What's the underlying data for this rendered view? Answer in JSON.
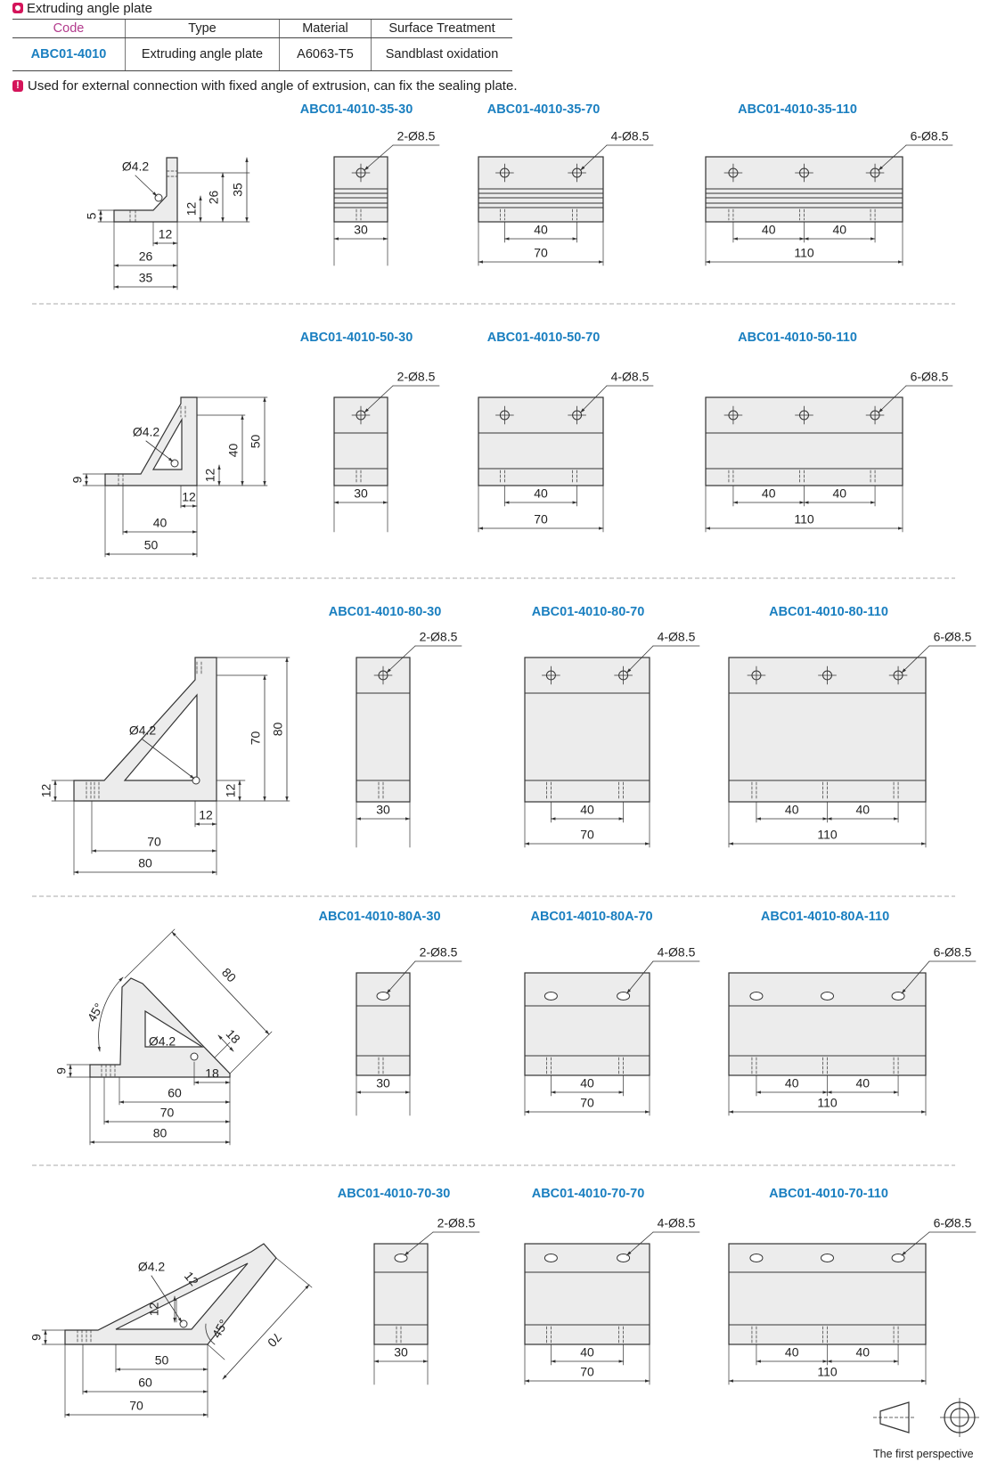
{
  "header": {
    "title": "Extruding angle plate"
  },
  "spec_table": {
    "headers": {
      "code": "Code",
      "type": "Type",
      "material": "Material",
      "surface": "Surface Treatment"
    },
    "row": {
      "code": "ABC01-4010",
      "type": "Extruding angle plate",
      "material": "A6063-T5",
      "surface": "Sandblast oxidation"
    }
  },
  "note": {
    "icon": "!",
    "text": "Used for external connection with fixed angle of extrusion, can fix the sealing plate."
  },
  "colors": {
    "accent": "#1a7fc0",
    "brand": "#d4145a",
    "code_header": "#b23a8c"
  },
  "rows": [
    {
      "titles": [
        "ABC01-4010-35-30",
        "ABC01-4010-35-70",
        "ABC01-4010-35-110"
      ],
      "hole_labels": [
        "2-Ø8.5",
        "4-Ø8.5",
        "6-Ø8.5"
      ],
      "side_dims": {
        "d42": "Ø4.2",
        "h5": "5",
        "h12": "12",
        "h26": "26",
        "h35": "35",
        "w12": "12",
        "w26": "26",
        "w35": "35"
      },
      "dims": {
        "w30": "30",
        "w40": "40",
        "w70": "70",
        "w110": "110"
      }
    },
    {
      "titles": [
        "ABC01-4010-50-30",
        "ABC01-4010-50-70",
        "ABC01-4010-50-110"
      ],
      "hole_labels": [
        "2-Ø8.5",
        "4-Ø8.5",
        "6-Ø8.5"
      ],
      "side_dims": {
        "d42": "Ø4.2",
        "h9": "9",
        "h12": "12",
        "h40": "40",
        "h50": "50",
        "w12": "12",
        "w40": "40",
        "w50": "50"
      },
      "dims": {
        "w30": "30",
        "w40": "40",
        "w70": "70",
        "w110": "110"
      }
    },
    {
      "titles": [
        "ABC01-4010-80-30",
        "ABC01-4010-80-70",
        "ABC01-4010-80-110"
      ],
      "hole_labels": [
        "2-Ø8.5",
        "4-Ø8.5",
        "6-Ø8.5"
      ],
      "side_dims": {
        "d42": "Ø4.2",
        "h12a": "12",
        "h12b": "12",
        "h70": "70",
        "h80": "80",
        "w12": "12",
        "w70": "70",
        "w80": "80"
      },
      "dims": {
        "w30": "30",
        "w40": "40",
        "w70": "70",
        "w110": "110"
      }
    },
    {
      "titles": [
        "ABC01-4010-80A-30",
        "ABC01-4010-80A-70",
        "ABC01-4010-80A-110"
      ],
      "hole_labels": [
        "2-Ø8.5",
        "4-Ø8.5",
        "6-Ø8.5"
      ],
      "side_dims": {
        "d42": "Ø4.2",
        "a45": "45°",
        "d80": "80",
        "d18a": "18",
        "h9": "9",
        "w18": "18",
        "w60": "60",
        "w70": "70",
        "w80": "80"
      },
      "dims": {
        "w30": "30",
        "w40": "40",
        "w70": "70",
        "w110": "110"
      }
    },
    {
      "titles": [
        "ABC01-4010-70-30",
        "ABC01-4010-70-70",
        "ABC01-4010-70-110"
      ],
      "hole_labels": [
        "2-Ø8.5",
        "4-Ø8.5",
        "6-Ø8.5"
      ],
      "side_dims": {
        "d42": "Ø4.2",
        "h12": "12",
        "d12": "12",
        "a45": "45°",
        "d70": "70",
        "h9": "9",
        "w50": "50",
        "w60": "60",
        "w70": "70"
      },
      "dims": {
        "w30": "30",
        "w40": "40",
        "w70": "70",
        "w110": "110"
      }
    }
  ],
  "perspective": {
    "label": "The first perspective"
  }
}
